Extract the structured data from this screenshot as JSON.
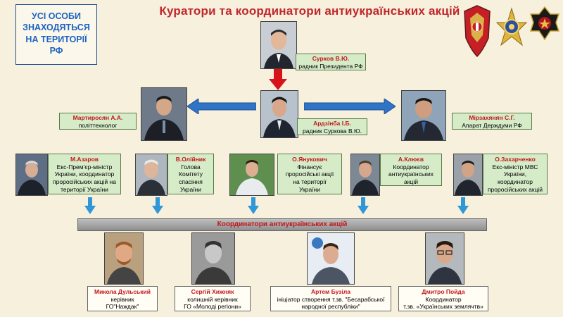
{
  "title": "Куратори та координатори антиукраїнських акцій",
  "note": [
    "УСІ ОСОБИ",
    "ЗНАХОДЯТЬСЯ",
    "НА ТЕРИТОРІЇ",
    "РФ"
  ],
  "emblems": [
    "fsb-emblem",
    "svr-emblem",
    "gru-emblem"
  ],
  "colors": {
    "title": "#c0272d",
    "note_text": "#1e63c4",
    "label_bg": "#d6ecc9",
    "arrow_blue": "#2f74c6",
    "arrow_red": "#d7141a"
  },
  "top": {
    "surkov": {
      "name": "Сурков В.Ю.",
      "role": "радник Президента РФ"
    },
    "ardzinba": {
      "name": "Ардзінба І.Б.",
      "role": "радник Суркова В.Ю."
    },
    "martirosyan": {
      "name": "Мартиросян А.А.",
      "role": "політтехнолог"
    },
    "mirzakhanyan": {
      "name": "Мірзахянян С.Г.",
      "role": "Апарат Держдуми РФ"
    }
  },
  "middle": [
    {
      "name": "М.Азаров",
      "role": [
        "Екс-Прем'єр-міністр",
        "України, координатор",
        "проросійських акцій на",
        "території України"
      ]
    },
    {
      "name": "В.Олійник",
      "role": [
        "Голова",
        "Комітету",
        "спасіння",
        "України"
      ]
    },
    {
      "name": "О.Янукович",
      "role": [
        "Фінансує",
        "проросійські акції",
        "на території",
        "України"
      ]
    },
    {
      "name": "А.Клюєв",
      "role": [
        "Координатор",
        "антиукраїнських",
        "акцій"
      ]
    },
    {
      "name": "О.Захарченко",
      "role": [
        "Екс-міністр МВС",
        "України,",
        "координатор",
        "проросійських акцій"
      ]
    }
  ],
  "coord_bar": "Координатори антиукраїнських акцій",
  "bottom": [
    {
      "name": "Микола Дульський",
      "role": [
        "керівник",
        "ГО\"Наждак\""
      ]
    },
    {
      "name": "Сергій Хижняк",
      "role": [
        "колишній керівник",
        "ГО «Молоді регіони»"
      ]
    },
    {
      "name": "Артем Бузіла",
      "role": [
        "ініціатор створення т.зв. \"Бесарабської",
        "народної республіки\""
      ]
    },
    {
      "name": "Дмитро Пойда",
      "role": [
        "Координатор",
        "т.зв. «Українських землячтв»"
      ]
    }
  ]
}
